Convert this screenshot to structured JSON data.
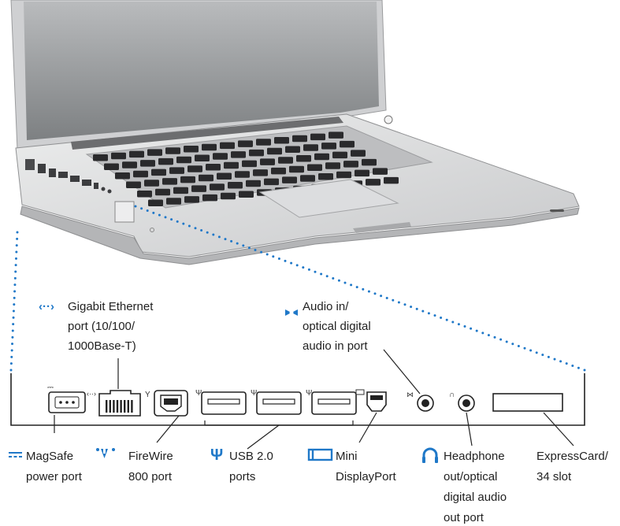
{
  "labels": {
    "gigabit_ethernet": {
      "icon": "‹··›",
      "lines": [
        "Gigabit Ethernet",
        "port (10/100/",
        "1000Base-T)"
      ]
    },
    "audio_in": {
      "lines": [
        "Audio in/",
        "optical digital",
        "audio in port"
      ]
    },
    "magsafe": {
      "lines": [
        "MagSafe",
        "power port"
      ]
    },
    "firewire": {
      "lines": [
        "FireWire",
        "800 port"
      ]
    },
    "usb": {
      "icon": "Ψ",
      "lines": [
        "USB 2.0",
        "ports"
      ]
    },
    "mini_displayport": {
      "lines": [
        "Mini",
        "DisplayPort"
      ]
    },
    "headphone": {
      "lines": [
        "Headphone",
        "out/optical",
        "digital audio",
        "out port"
      ]
    },
    "expresscard": {
      "lines": [
        "ExpressCard/",
        "34 slot"
      ]
    }
  },
  "colors": {
    "callout_blue": "#1f78c8",
    "laptop_silver": "#d9dadc",
    "key_black": "#2a2a2c",
    "screen_gray": "#8e9092"
  },
  "icons": [
    "ethernet-icon",
    "audio-in-icon",
    "magsafe-icon",
    "firewire-icon",
    "usb-icon",
    "mini-displayport-icon",
    "headphone-icon"
  ]
}
